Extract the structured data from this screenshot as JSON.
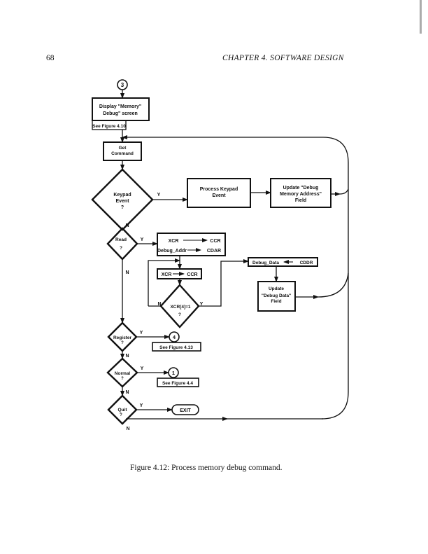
{
  "header": {
    "page_number": "68",
    "chapter_title": "CHAPTER 4.  SOFTWARE DESIGN"
  },
  "flowchart": {
    "start_connector": "3",
    "display_box": [
      "Display  \"Memory\"",
      "Debug\" screen"
    ],
    "display_ref": "See Figure 4.10",
    "get_command": [
      "Get",
      "Command"
    ],
    "keypad_decision": [
      "Keypad",
      "Event",
      "?"
    ],
    "process_keypad": [
      "Process Keypad",
      "Event"
    ],
    "update_address": [
      "Update \"Debug",
      "Memory Address\"",
      "Field"
    ],
    "read_decision": [
      "Read",
      "?"
    ],
    "read_box": {
      "line1_left": "XCR",
      "line1_right": "CCR",
      "line2_left": "Debug_Addr",
      "line2_right": "CDAR"
    },
    "xcr_box": {
      "left": "XCR",
      "right": "CCR"
    },
    "xcr_decision": [
      "XCR[4]=1",
      "?"
    ],
    "debug_data_box": {
      "left": "Debug_Data",
      "right": "CDDR"
    },
    "update_data": [
      "Update",
      "\"Debug Data\"",
      "Field"
    ],
    "register_decision": [
      "Register",
      "?"
    ],
    "register_connector": "4",
    "register_ref": "See Figure 4.13",
    "normal_decision": [
      "Normal",
      "?"
    ],
    "normal_connector": "1",
    "normal_ref": "See Figure 4.4",
    "quit_decision": [
      "Quit",
      "?"
    ],
    "exit_label": "EXIT",
    "yes_label": "Y",
    "no_label": "N"
  },
  "caption": "Figure 4.12: Process memory debug command."
}
